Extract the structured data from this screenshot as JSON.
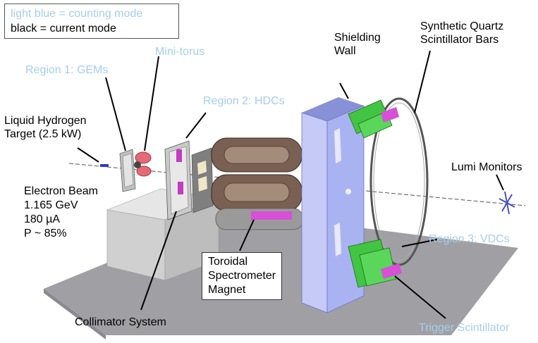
{
  "legend": {
    "line1": "light blue = counting mode",
    "line2": "black = current mode"
  },
  "labels": {
    "region1": "Region 1: GEMs",
    "minitorus": "Mini-torus",
    "region2": "Region 2: HDCs",
    "shielding": [
      "Shielding",
      "Wall"
    ],
    "quartz": [
      "Synthetic Quartz",
      "Scintillator Bars"
    ],
    "target": [
      "Liquid Hydrogen",
      "Target (2.5 kW)"
    ],
    "beam": [
      "Electron Beam",
      "1.165 GeV",
      "180 µA",
      "P ~ 85%"
    ],
    "lumi": "Lumi Monitors",
    "region3": "Region 3: VDCs",
    "toroid": [
      "Toroidal",
      "Spectrometer",
      "Magnet"
    ],
    "collimator": "Collimator System",
    "trigger": "Trigger Scintillator"
  },
  "colors": {
    "counting": "#a6cdee",
    "current": "#000000",
    "shield_wall": "#aab3f2",
    "detector_green": "#42c542",
    "detector_magenta": "#d84fd8",
    "coil_brown": "#7a6052",
    "floor": "#a0a0a4",
    "pedestal": "#d6d6d6"
  }
}
